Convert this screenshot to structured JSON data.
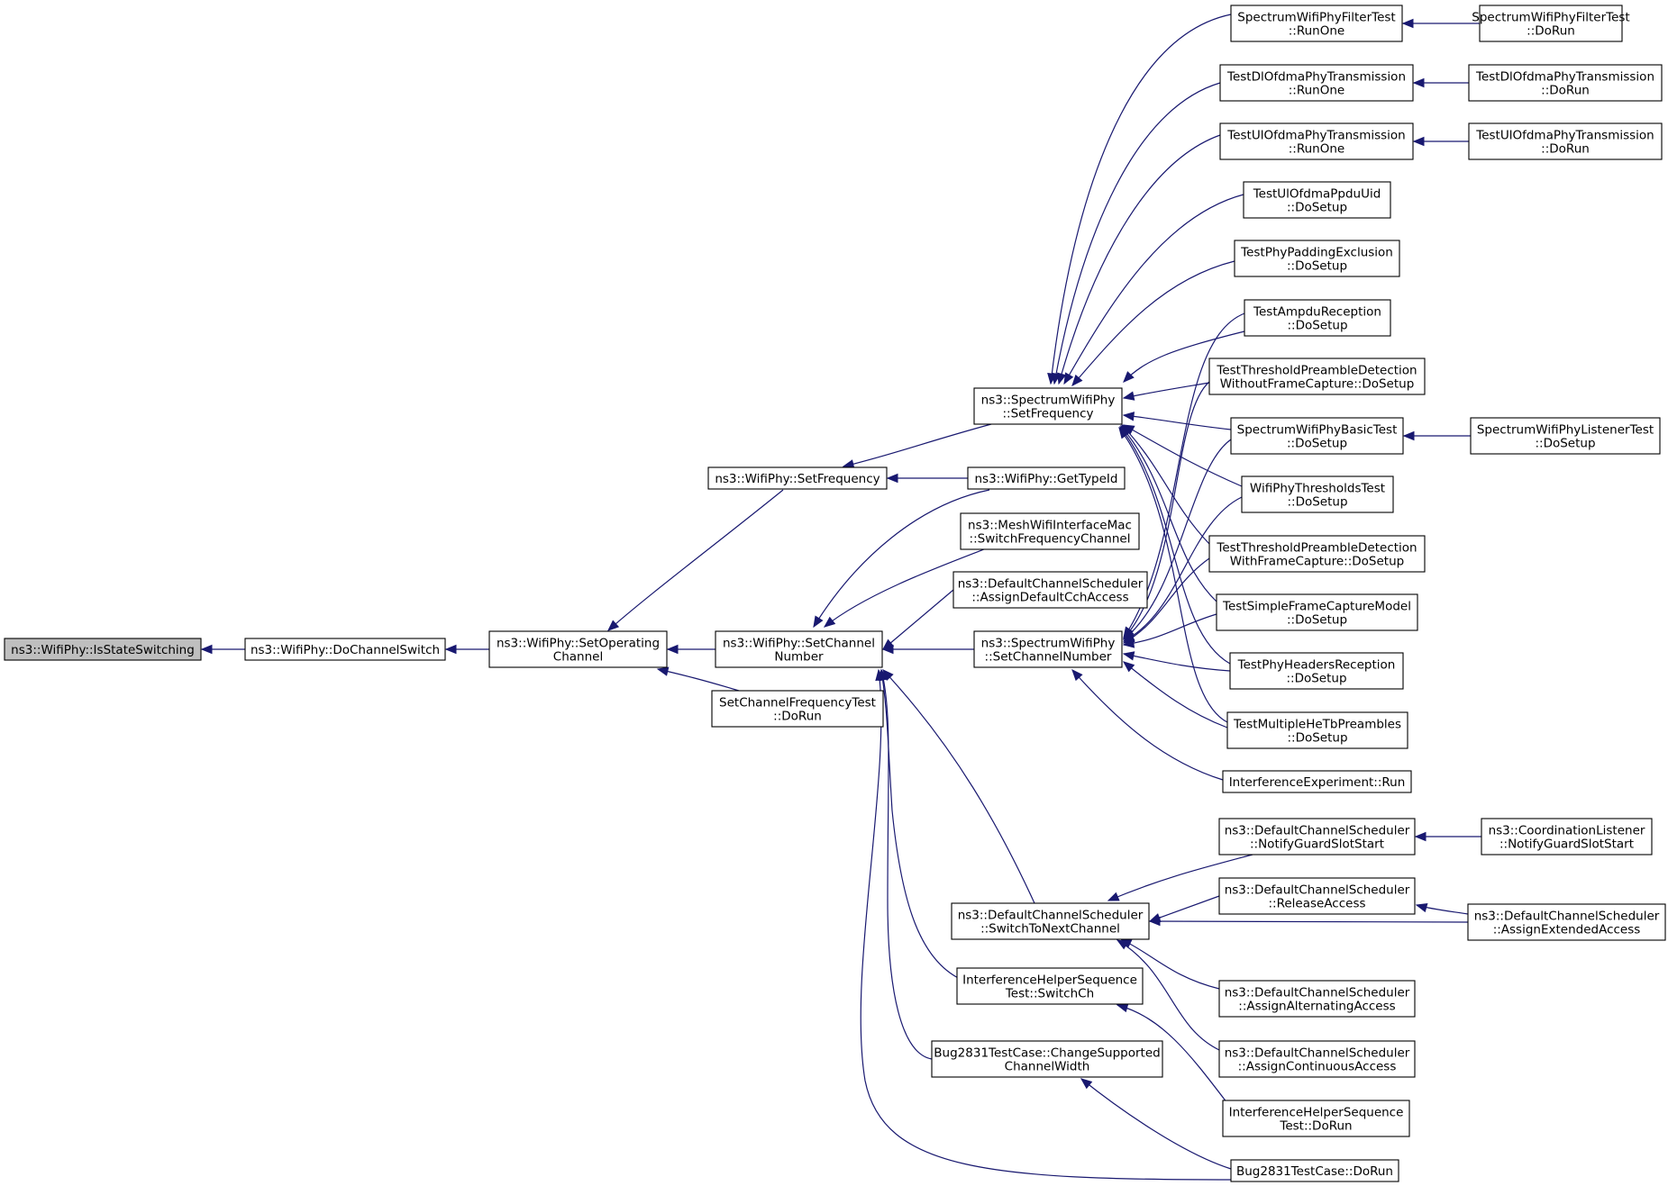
{
  "diagram": {
    "type": "call-graph",
    "colors": {
      "edge": "#191970",
      "root_fill": "#bfbfbf",
      "node_fill": "#ffffff",
      "node_border": "#000000"
    },
    "nodes": [
      {
        "id": "isss",
        "lines": [
          "ns3::WifiPhy::IsStateSwitching"
        ],
        "root": true
      },
      {
        "id": "dcs",
        "lines": [
          "ns3::WifiPhy::DoChannelSwitch"
        ]
      },
      {
        "id": "soc",
        "lines": [
          "ns3::WifiPhy::SetOperating",
          "Channel"
        ]
      },
      {
        "id": "wsf",
        "lines": [
          "ns3::WifiPhy::SetFrequency"
        ]
      },
      {
        "id": "wscn",
        "lines": [
          "ns3::WifiPhy::SetChannel",
          "Number"
        ]
      },
      {
        "id": "scft",
        "lines": [
          "SetChannelFrequencyTest",
          "::DoRun"
        ]
      },
      {
        "id": "ssf",
        "lines": [
          "ns3::SpectrumWifiPhy",
          "::SetFrequency"
        ]
      },
      {
        "id": "gti",
        "lines": [
          "ns3::WifiPhy::GetTypeId"
        ]
      },
      {
        "id": "mesh",
        "lines": [
          "ns3::MeshWifiInterfaceMac",
          "::SwitchFrequencyChannel"
        ]
      },
      {
        "id": "adca",
        "lines": [
          "ns3::DefaultChannelScheduler",
          "::AssignDefaultCchAccess"
        ]
      },
      {
        "id": "sscn",
        "lines": [
          "ns3::SpectrumWifiPhy",
          "::SetChannelNumber"
        ]
      },
      {
        "id": "stnc",
        "lines": [
          "ns3::DefaultChannelScheduler",
          "::SwitchToNextChannel"
        ]
      },
      {
        "id": "ihss",
        "lines": [
          "InterferenceHelperSequence",
          "Test::SwitchCh"
        ]
      },
      {
        "id": "bcsc",
        "lines": [
          "Bug2831TestCase::ChangeSupported",
          "ChannelWidth"
        ]
      },
      {
        "id": "sfro",
        "lines": [
          "SpectrumWifiPhyFilterTest",
          "::RunOne"
        ]
      },
      {
        "id": "sfdr",
        "lines": [
          "SpectrumWifiPhyFilterTest",
          "::DoRun"
        ]
      },
      {
        "id": "dlro",
        "lines": [
          "TestDlOfdmaPhyTransmission",
          "::RunOne"
        ]
      },
      {
        "id": "dldr",
        "lines": [
          "TestDlOfdmaPhyTransmission",
          "::DoRun"
        ]
      },
      {
        "id": "ulro",
        "lines": [
          "TestUlOfdmaPhyTransmission",
          "::RunOne"
        ]
      },
      {
        "id": "uldr",
        "lines": [
          "TestUlOfdmaPhyTransmission",
          "::DoRun"
        ]
      },
      {
        "id": "ppdu",
        "lines": [
          "TestUlOfdmaPpduUid",
          "::DoSetup"
        ]
      },
      {
        "id": "pad",
        "lines": [
          "TestPhyPaddingExclusion",
          "::DoSetup"
        ]
      },
      {
        "id": "ampdu",
        "lines": [
          "TestAmpduReception",
          "::DoSetup"
        ]
      },
      {
        "id": "tpwo",
        "lines": [
          "TestThresholdPreambleDetection",
          "WithoutFrameCapture::DoSetup"
        ]
      },
      {
        "id": "basic",
        "lines": [
          "SpectrumWifiPhyBasicTest",
          "::DoSetup"
        ]
      },
      {
        "id": "listen",
        "lines": [
          "SpectrumWifiPhyListenerTest",
          "::DoSetup"
        ]
      },
      {
        "id": "thr",
        "lines": [
          "WifiPhyThresholdsTest",
          "::DoSetup"
        ]
      },
      {
        "id": "tpw",
        "lines": [
          "TestThresholdPreambleDetection",
          "WithFrameCapture::DoSetup"
        ]
      },
      {
        "id": "sfcm",
        "lines": [
          "TestSimpleFrameCaptureModel",
          "::DoSetup"
        ]
      },
      {
        "id": "hdr",
        "lines": [
          "TestPhyHeadersReception",
          "::DoSetup"
        ]
      },
      {
        "id": "mhe",
        "lines": [
          "TestMultipleHeTbPreambles",
          "::DoSetup"
        ]
      },
      {
        "id": "iexp",
        "lines": [
          "InterferenceExperiment::Run"
        ]
      },
      {
        "id": "ngss",
        "lines": [
          "ns3::DefaultChannelScheduler",
          "::NotifyGuardSlotStart"
        ]
      },
      {
        "id": "clng",
        "lines": [
          "ns3::CoordinationListener",
          "::NotifyGuardSlotStart"
        ]
      },
      {
        "id": "rel",
        "lines": [
          "ns3::DefaultChannelScheduler",
          "::ReleaseAccess"
        ]
      },
      {
        "id": "aext",
        "lines": [
          "ns3::DefaultChannelScheduler",
          "::AssignExtendedAccess"
        ]
      },
      {
        "id": "aalt",
        "lines": [
          "ns3::DefaultChannelScheduler",
          "::AssignAlternatingAccess"
        ]
      },
      {
        "id": "acont",
        "lines": [
          "ns3::DefaultChannelScheduler",
          "::AssignContinuousAccess"
        ]
      },
      {
        "id": "ihsd",
        "lines": [
          "InterferenceHelperSequence",
          "Test::DoRun"
        ]
      },
      {
        "id": "bdr",
        "lines": [
          "Bug2831TestCase::DoRun"
        ]
      }
    ],
    "edges": [
      [
        "dcs",
        "isss"
      ],
      [
        "soc",
        "dcs"
      ],
      [
        "wsf",
        "soc"
      ],
      [
        "wscn",
        "soc"
      ],
      [
        "scft",
        "soc"
      ],
      [
        "ssf",
        "wsf"
      ],
      [
        "gti",
        "wsf"
      ],
      [
        "gti",
        "wscn"
      ],
      [
        "mesh",
        "wscn"
      ],
      [
        "adca",
        "wscn"
      ],
      [
        "sscn",
        "wscn"
      ],
      [
        "stnc",
        "wscn"
      ],
      [
        "ihss",
        "wscn"
      ],
      [
        "bcsc",
        "wscn"
      ],
      [
        "bdr",
        "wscn"
      ],
      [
        "sfro",
        "ssf"
      ],
      [
        "dlro",
        "ssf"
      ],
      [
        "ulro",
        "ssf"
      ],
      [
        "ppdu",
        "ssf"
      ],
      [
        "pad",
        "ssf"
      ],
      [
        "ampdu",
        "ssf"
      ],
      [
        "tpwo",
        "ssf"
      ],
      [
        "basic",
        "ssf"
      ],
      [
        "thr",
        "ssf"
      ],
      [
        "tpw",
        "ssf"
      ],
      [
        "sfcm",
        "ssf"
      ],
      [
        "hdr",
        "ssf"
      ],
      [
        "mhe",
        "ssf"
      ],
      [
        "sfdr",
        "sfro"
      ],
      [
        "dldr",
        "dlro"
      ],
      [
        "uldr",
        "ulro"
      ],
      [
        "listen",
        "basic"
      ],
      [
        "ampdu",
        "sscn"
      ],
      [
        "tpwo",
        "sscn"
      ],
      [
        "basic",
        "sscn"
      ],
      [
        "thr",
        "sscn"
      ],
      [
        "tpw",
        "sscn"
      ],
      [
        "sfcm",
        "sscn"
      ],
      [
        "hdr",
        "sscn"
      ],
      [
        "mhe",
        "sscn"
      ],
      [
        "iexp",
        "sscn"
      ],
      [
        "ngss",
        "stnc"
      ],
      [
        "rel",
        "stnc"
      ],
      [
        "aext",
        "stnc"
      ],
      [
        "aalt",
        "stnc"
      ],
      [
        "acont",
        "stnc"
      ],
      [
        "clng",
        "ngss"
      ],
      [
        "aext",
        "rel"
      ],
      [
        "ihsd",
        "ihss"
      ],
      [
        "bdr",
        "bcsc"
      ]
    ]
  }
}
